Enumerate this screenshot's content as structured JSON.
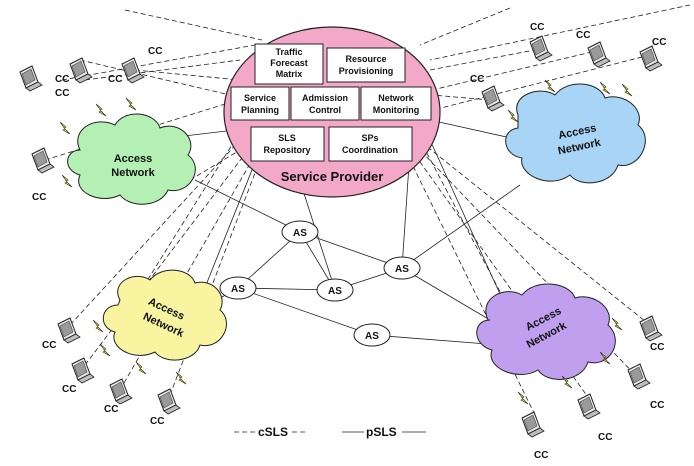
{
  "provider": {
    "title": "Service Provider",
    "color": "#f4a8c8",
    "boxes": [
      {
        "id": "traffic",
        "lines": [
          "Traffic",
          "Forecast",
          "Matrix"
        ]
      },
      {
        "id": "resource",
        "lines": [
          "Resource",
          "Provisioning"
        ]
      },
      {
        "id": "service",
        "lines": [
          "Service",
          "Planning"
        ]
      },
      {
        "id": "admission",
        "lines": [
          "Admission",
          "Control"
        ]
      },
      {
        "id": "monitoring",
        "lines": [
          "Network",
          "Monitoring"
        ]
      },
      {
        "id": "sls",
        "lines": [
          "SLS",
          "Repository"
        ]
      },
      {
        "id": "sps",
        "lines": [
          "SPs",
          "Coordination"
        ]
      }
    ]
  },
  "networks": [
    {
      "id": "green",
      "label_1": "Access",
      "label_2": "Network",
      "color": "#b4f0b4"
    },
    {
      "id": "blue",
      "label_1": "Access",
      "label_2": "Network",
      "color": "#a8d4f5"
    },
    {
      "id": "yellow",
      "label_1": "Access",
      "label_2": "Network",
      "color": "#f8f4a0"
    },
    {
      "id": "purple",
      "label_1": "Access",
      "label_2": "Network",
      "color": "#c0a0ee"
    }
  ],
  "as_label": "AS",
  "cc_label": "CC",
  "legend": {
    "cSLS": "cSLS",
    "pSLS": "pSLS"
  }
}
